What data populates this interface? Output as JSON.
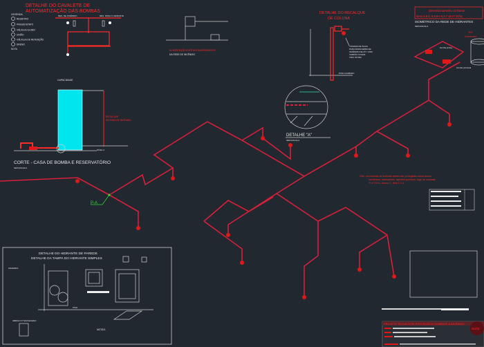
{
  "cavalete": {
    "title_line1": "DETALHE DO CAVALETE DE",
    "title_line2": "AUTOMATIZAÇÃO DAS BOMBAS",
    "legend_title": "LEGENDA",
    "legend_items": [
      "REGISTRO",
      "PRESSOSTATO",
      "VÁLVULA GLOBO",
      "UNIÃO",
      "VÁLVULA DE RETENÇÃO",
      "DRENO"
    ],
    "note_title": "NOTA",
    "label_left": "RES. DE INCÊNDIO",
    "label_right": "RES. PARA O HIDRANTE"
  },
  "caixa": {
    "note1": "ALIMENTAÇÃO ELÉTRICA INDEPENDENTE",
    "note2": "DA REDE DE INCÊNDIO"
  },
  "corte": {
    "title": "CORTE - CASA DE BOMBA E RESERVATÓRIO",
    "subtitle": "SEM ESCALA",
    "capacity": "CAPACIDADE",
    "riser_label": "RECALQUE",
    "riser_label2": "SISTEMA DE INCÊNDIO",
    "level_label": "NÍVEL 0"
  },
  "recalque": {
    "title_line1": "DETALHE DO RECALQUE",
    "title_line2": "DE COLUNA",
    "note": [
      "TOMADA DE ÁGUA",
      "PARA MANGUEIRA DE",
      "INCÊNDIO DE 2½\" COM",
      "TAMPÃO STORZ",
      "TIPO STORZ"
    ],
    "floor": "PISO ACABADO"
  },
  "detalhe_a": {
    "title": "DETALHE \"A\"",
    "subtitle": "SEM ESCALA"
  },
  "isometrico": {
    "box_line1": "Dimensionamento conforme",
    "box_line2": "Itens 5.8.5, 5.8.6 e 5.8.7 da IT 22/11",
    "title": "ISOMÉTRICO DA REDE DE HIDRANTES",
    "subtitle": "SEM ESCALA",
    "tank_label": "R.I.",
    "tank_label2": "Consumo",
    "pump_label": "bomba jockey",
    "pump_label2": "bomba principal",
    "pa_label": "P-A"
  },
  "obs": {
    "line1": "Obs.: As bombas de incêndio devem ser protegidas contra danos",
    "line2": "mecânicos, intempéries, agentes químicos, fogo ou umidade.",
    "line3": "IT nº 22/11, Anexo C, Item C.1.4"
  },
  "hidrante": {
    "title_line1": "DETALHE DO HIDRANTE DE PAREDE",
    "title_line2": "DETALHE DA TAMPA DO HIDRANTE SIMPLES",
    "legend_title": "LEGENDA",
    "floor": "PISO",
    "abrigo": "ABRIGO P/ MANGUEIRA",
    "notes": "NOTAS:"
  },
  "carimbo": {
    "title": "PROJETO TÉCNICO DE PROTEÇÃO E COMBATE A INCÊNDIO",
    "sheet": "01/02"
  },
  "colors": {
    "background": "#212830",
    "pipe": "#d8203a",
    "text": "#e8e8e8",
    "water": "#00e5ee",
    "accent": "#ff2a2a"
  }
}
